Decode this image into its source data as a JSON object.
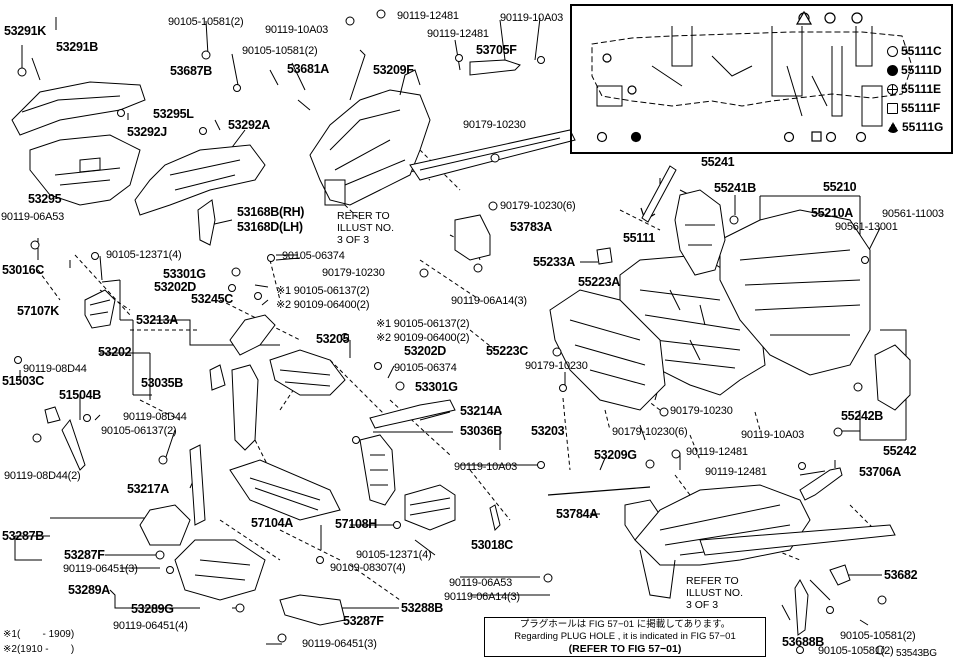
{
  "diagram_code": "53543BG",
  "labels": {
    "p53291K": "53291K",
    "p53291B": "53291B",
    "p90105_10581_2a": "90105-10581(2)",
    "p90119_10A03a": "90119-10A03",
    "p90119_12481a": "90119-12481",
    "p90119_10A03b": "90119-10A03",
    "p90119_12481b": "90119-12481",
    "p90105_10581_2b": "90105-10581(2)",
    "p53705F": "53705F",
    "p53687B": "53687B",
    "p53681A": "53681A",
    "p53209F": "53209F",
    "p53295L": "53295L",
    "p53292J": "53292J",
    "p53292A": "53292A",
    "p90179_10230a": "90179-10230",
    "p53295": "53295",
    "p90119_06A53a": "90119-06A53",
    "p53168B": "53168B(RH)",
    "p53168D": "53168D(LH)",
    "p90179_10230_6a": "90179-10230(6)",
    "p53783A": "53783A",
    "p90105_12371_4a": "90105-12371(4)",
    "p90105_06374a": "90105-06374",
    "p53016C": "53016C",
    "p53301Ga": "53301G",
    "p53202Da": "53202D",
    "p90179_10230b": "90179-10230",
    "p90105_06137_2a": "90105-06137(2)",
    "p90109_06400_2a": "90109-06400(2)",
    "p53245C": "53245C",
    "p90119_06A14_3a": "90119-06A14(3)",
    "p57107K": "57107K",
    "p53213A": "53213A",
    "p90105_06137_2b": "90105-06137(2)",
    "p90109_06400_2b": "90109-06400(2)",
    "p53202Db": "53202D",
    "p53202": "53202",
    "p53205": "53205",
    "p90105_06374b": "90105-06374",
    "p90119_08D44a": "90119-08D44",
    "p51503C": "51503C",
    "p53035B": "53035B",
    "p53301Gb": "53301G",
    "p51504B": "51504B",
    "p90119_08D44b": "90119-08D44",
    "p53214A": "53214A",
    "p90105_06137_2c": "90105-06137(2)",
    "p53036B": "53036B",
    "p53203": "53203",
    "p90119_08D44_2": "90119-08D44(2)",
    "p53217A": "53217A",
    "p90119_10A03c": "90119-10A03",
    "p53287B": "53287B",
    "p57104A": "57104A",
    "p57108H": "57108H",
    "p53287Fa": "53287F",
    "p90119_06451_3a": "90119-06451(3)",
    "p53018C": "53018C",
    "p90105_12371_4b": "90105-12371(4)",
    "p90109_08307_4": "90109-08307(4)",
    "p53289A": "53289A",
    "p90119_06A53b": "90119-06A53",
    "p90119_06A14_3b": "90119-06A14(3)",
    "p53289G": "53289G",
    "p53288B": "53288B",
    "p90119_06451_4": "90119-06451(4)",
    "p53287Fb": "53287F",
    "p90119_06451_3b": "90119-06451(3)",
    "p55241": "55241",
    "p55241B": "55241B",
    "p55210": "55210",
    "p55111": "55111",
    "p55210A": "55210A",
    "p90561_11003": "90561-11003",
    "p90561_13001": "90561-13001",
    "p55233A": "55233A",
    "p55223A": "55223A",
    "p55223C": "55223C",
    "p90179_10230c": "90179-10230",
    "p90179_10230d": "90179-10230",
    "p55242B": "55242B",
    "p90119_10A03d": "90119-10A03",
    "p55242": "55242",
    "p90179_10230_6b": "90179-10230(6)",
    "p90119_12481c": "90119-12481",
    "p53209G": "53209G",
    "p90119_12481d": "90119-12481",
    "p53706A": "53706A",
    "p53784A": "53784A",
    "p53682": "53682",
    "p53688B": "53688B",
    "p90105_10581_2c": "90105-10581(2)",
    "p90105_10581_2d": "90105-10581(2)"
  },
  "marks": {
    "m1": "※1",
    "m2": "※2"
  },
  "refer_top": [
    "REFER TO",
    "ILLUST NO.",
    "3 OF 3"
  ],
  "refer_bottom": [
    "REFER TO",
    "ILLUST NO.",
    "3 OF 3"
  ],
  "legend": [
    {
      "icon": "double-ring-icon",
      "code": "55111C"
    },
    {
      "icon": "filled-dot-icon",
      "code": "55111D"
    },
    {
      "icon": "cross-circle-icon",
      "code": "55111E"
    },
    {
      "icon": "square-icon",
      "code": "55111F"
    },
    {
      "icon": "triangle-icon",
      "code": "55111G"
    }
  ],
  "note": {
    "line1": "プラグホールは FIG 57−01 に掲載してあります。",
    "line2": "Regarding PLUG HOLE , it is indicated in FIG 57−01",
    "line3": "(REFER TO FIG 57−01)"
  },
  "footnotes": [
    {
      "mark": "※1",
      "text": "(        - 1909)"
    },
    {
      "mark": "※2",
      "text": "(1910 -        )"
    }
  ]
}
